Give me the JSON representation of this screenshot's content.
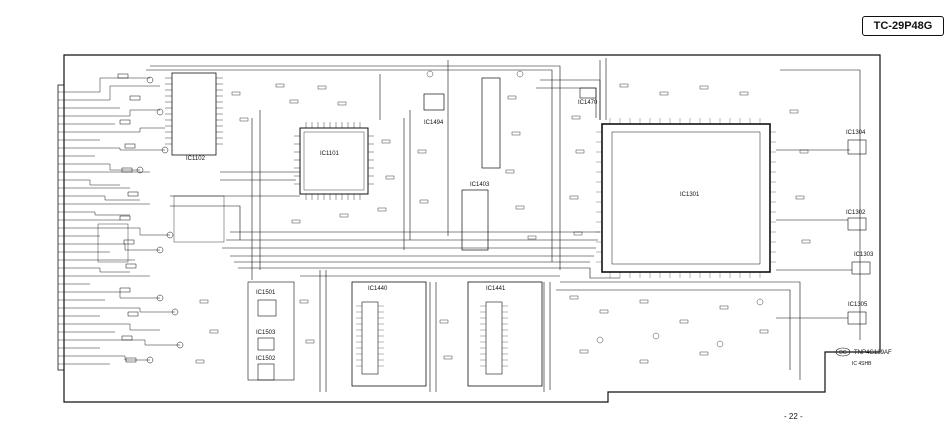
{
  "header": {
    "model_code": "TC-29P48G"
  },
  "footer": {
    "page_number": "- 22 -"
  },
  "board": {
    "board_label_badge": "DG",
    "board_label_text": "TNP4G189AF",
    "board_label_sub": "IC 4SHB",
    "ic_labels": {
      "ic1102": "IC1102",
      "ic1101": "IC1101",
      "ic1494": "IC1494",
      "ic1403": "IC1403",
      "ic1470": "IC1470",
      "ic1301": "IC1301",
      "ic1304": "IC1304",
      "ic1302": "IC1302",
      "ic1303": "IC1303",
      "ic1305": "IC1305",
      "ic1501": "IC1501",
      "ic1503": "IC1503",
      "ic1502": "IC1502",
      "ic1440": "IC1440",
      "ic1441": "IC1441"
    }
  }
}
